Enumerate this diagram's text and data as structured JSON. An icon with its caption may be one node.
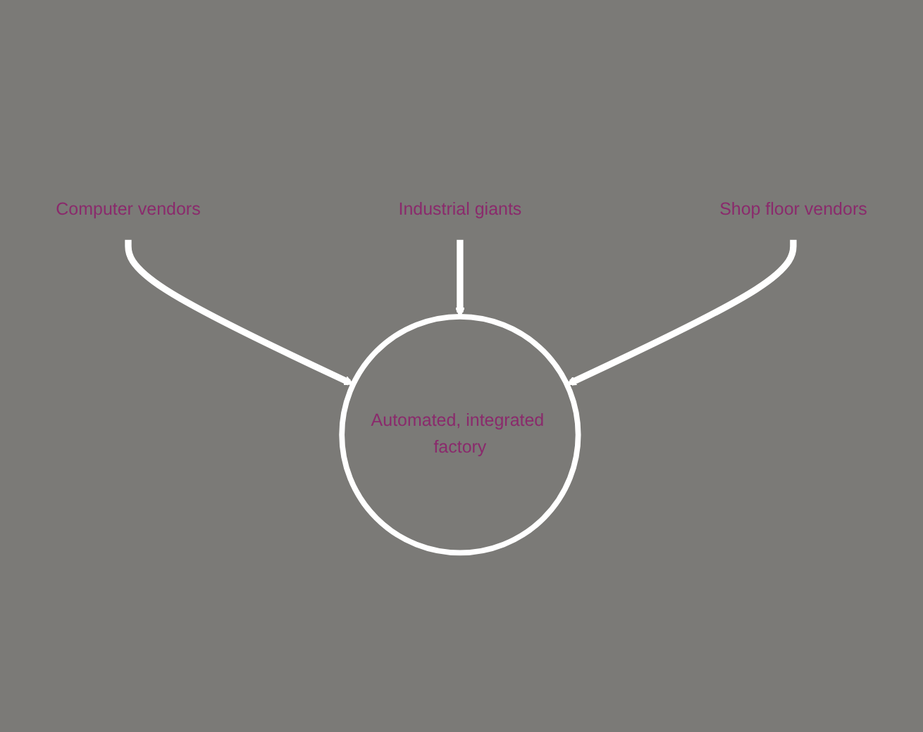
{
  "diagram": {
    "nodes": [
      {
        "text": [
          "Computer vendors"
        ]
      },
      {
        "text": [
          "Automated, integrated factory"
        ]
      },
      {
        "text": [
          "Industrial giants"
        ]
      },
      {
        "text": [
          "Shop floor vendors"
        ]
      }
    ],
    "edges": [
      {
        "from": 0,
        "to": 1,
        "arrow": "to"
      },
      {
        "from": 2,
        "to": 1,
        "arrow": "to"
      },
      {
        "from": 3,
        "to": 1,
        "arrow": "to"
      }
    ]
  }
}
